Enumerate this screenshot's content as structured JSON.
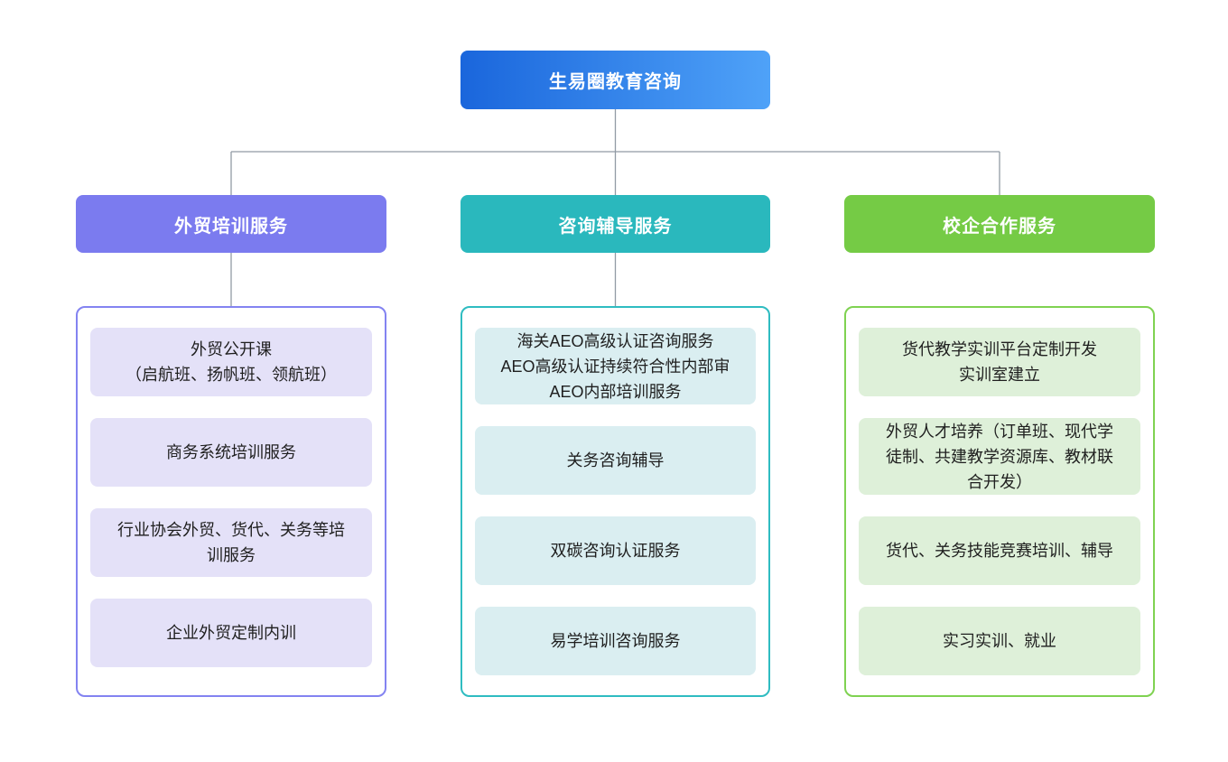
{
  "root": {
    "label": "生易圈教育咨询",
    "gradient_start": "#1a66dc",
    "gradient_end": "#4fa2f8"
  },
  "connector_color": "#919aa4",
  "branches": [
    {
      "label": "外贸培训服务",
      "header_color": "#7b7bef",
      "panel_border_color": "#8383f1",
      "item_bg_color": "#e4e1f8",
      "items": [
        {
          "text": "外贸公开课\n（启航班、扬帆班、领航班）"
        },
        {
          "text": "商务系统培训服务"
        },
        {
          "text": "行业协会外贸、货代、关务等培\n训服务"
        },
        {
          "text": "企业外贸定制内训"
        }
      ]
    },
    {
      "label": "咨询辅导服务",
      "header_color": "#2ab8bd",
      "panel_border_color": "#2fbcc1",
      "item_bg_color": "#daeef1",
      "items": [
        {
          "text": "海关AEO高级认证咨询服务\nAEO高级认证持续符合性内部审\nAEO内部培训服务"
        },
        {
          "text": "关务咨询辅导"
        },
        {
          "text": "双碳咨询认证服务"
        },
        {
          "text": "易学培训咨询服务"
        }
      ]
    },
    {
      "label": "校企合作服务",
      "header_color": "#75cb45",
      "panel_border_color": "#7fd251",
      "item_bg_color": "#def0d9",
      "items": [
        {
          "text": "货代教学实训平台定制开发\n实训室建立"
        },
        {
          "text": "外贸人才培养（订单班、现代学\n徒制、共建教学资源库、教材联\n合开发）"
        },
        {
          "text": "货代、关务技能竞赛培训、辅导"
        },
        {
          "text": "实习实训、就业"
        }
      ]
    }
  ]
}
